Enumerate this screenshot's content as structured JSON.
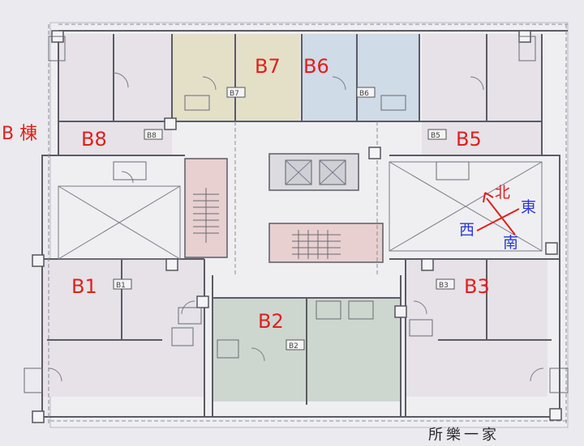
{
  "building_label": "B 棟",
  "units": {
    "b1": "B1",
    "b2": "B2",
    "b3": "B3",
    "b5": "B5",
    "b6": "B6",
    "b7": "B7",
    "b8": "B8"
  },
  "unit_tags": {
    "b1": "B1",
    "b2": "B2",
    "b3": "B3",
    "b5": "B5",
    "b6": "B6",
    "b7": "B7",
    "b8": "B8"
  },
  "compass": {
    "north": "北",
    "east": "東",
    "west": "西",
    "south": "南"
  },
  "signature": "所樂一家",
  "colors": {
    "b7_fill": "#e4e0c8",
    "b6_fill": "#cfdbe6",
    "b2_fill": "#cdd7cf",
    "red_label": "#e0201c",
    "blue_label": "#2b39d6",
    "stair_fill": "#e8d0d0"
  }
}
